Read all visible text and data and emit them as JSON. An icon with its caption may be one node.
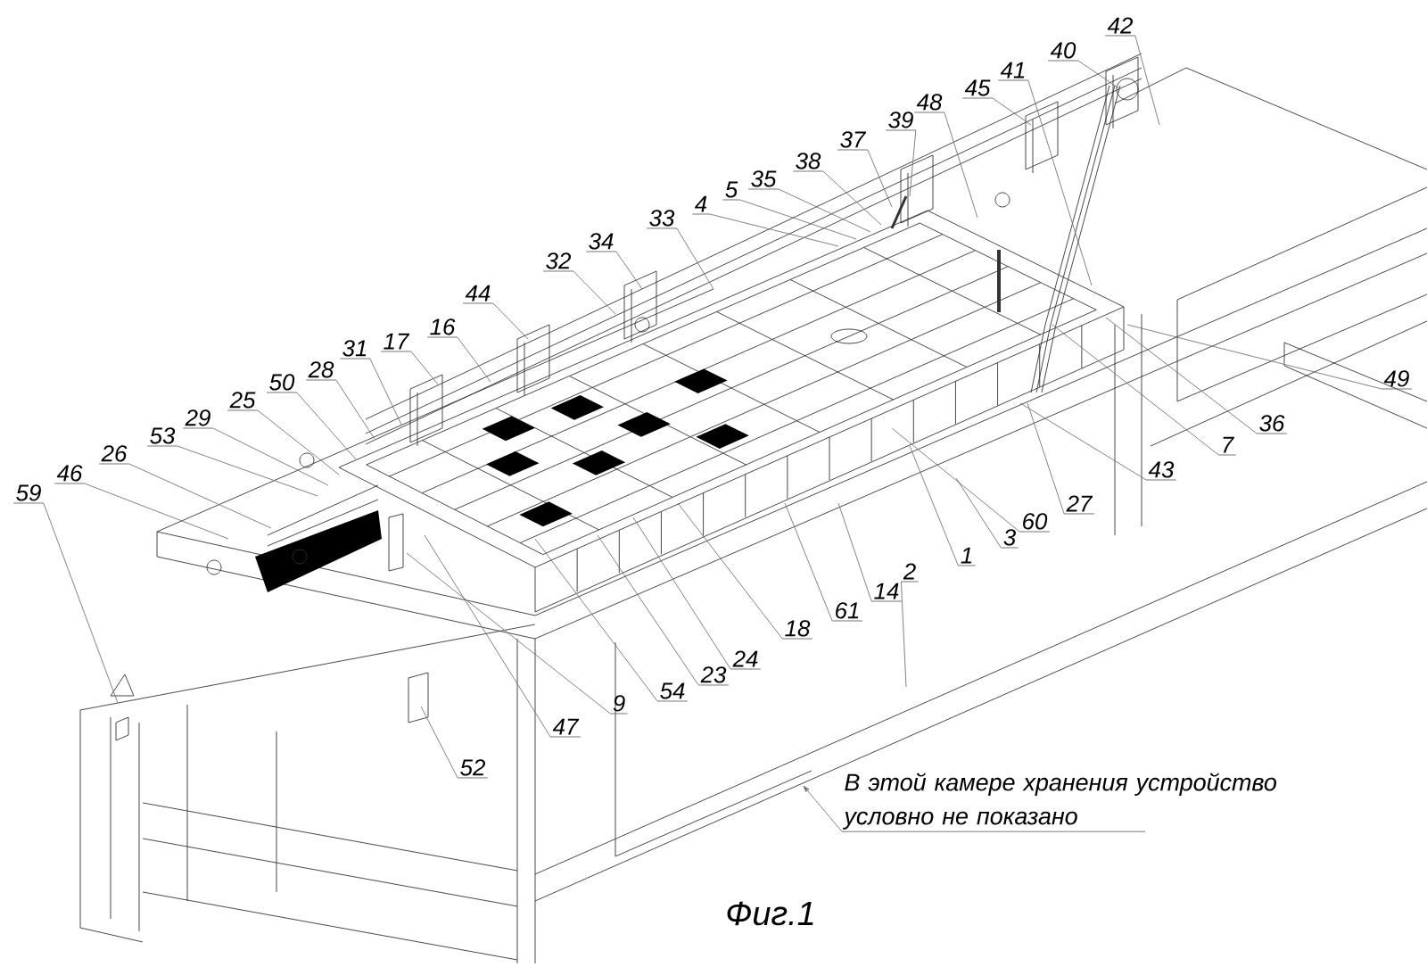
{
  "diagram": {
    "caption": "Фиг.1",
    "nodes": [
      {
        "text": [
          "42"
        ]
      },
      {
        "text": [
          "40"
        ]
      },
      {
        "text": [
          "41"
        ]
      },
      {
        "text": [
          "45"
        ]
      },
      {
        "text": [
          "48"
        ]
      },
      {
        "text": [
          "39"
        ]
      },
      {
        "text": [
          "37"
        ]
      },
      {
        "text": [
          "38"
        ]
      },
      {
        "text": [
          "35"
        ]
      },
      {
        "text": [
          "5"
        ]
      },
      {
        "text": [
          "4"
        ]
      },
      {
        "text": [
          "33"
        ]
      },
      {
        "text": [
          "34"
        ]
      },
      {
        "text": [
          "32"
        ]
      },
      {
        "text": [
          "44"
        ]
      },
      {
        "text": [
          "16"
        ]
      },
      {
        "text": [
          "17"
        ]
      },
      {
        "text": [
          "31"
        ]
      },
      {
        "text": [
          "28"
        ]
      },
      {
        "text": [
          "50"
        ]
      },
      {
        "text": [
          "25"
        ]
      },
      {
        "text": [
          "29"
        ]
      },
      {
        "text": [
          "53"
        ]
      },
      {
        "text": [
          "26"
        ]
      },
      {
        "text": [
          "46"
        ]
      },
      {
        "text": [
          "49"
        ]
      },
      {
        "text": [
          "59"
        ]
      },
      {
        "text": [
          "7"
        ]
      },
      {
        "text": [
          "36"
        ]
      },
      {
        "text": [
          "43"
        ]
      },
      {
        "text": [
          "27"
        ]
      },
      {
        "text": [
          "60"
        ]
      },
      {
        "text": [
          "3"
        ]
      },
      {
        "text": [
          "1"
        ]
      },
      {
        "text": [
          "2"
        ]
      },
      {
        "text": [
          "14"
        ]
      },
      {
        "text": [
          "61"
        ]
      },
      {
        "text": [
          "18"
        ]
      },
      {
        "text": [
          "24"
        ]
      },
      {
        "text": [
          "23"
        ]
      },
      {
        "text": [
          "54"
        ]
      },
      {
        "text": [
          "9"
        ]
      },
      {
        "text": [
          "47"
        ]
      },
      {
        "text": [
          "52"
        ]
      },
      {
        "text": [
          "В этой камере хранения устройство условно не показано"
        ]
      }
    ],
    "edges": [
      {
        "from": 0,
        "to": null,
        "arrow": "none"
      },
      {
        "from": 1,
        "to": null,
        "arrow": "none"
      },
      {
        "from": 2,
        "to": null,
        "arrow": "none"
      },
      {
        "from": 3,
        "to": null,
        "arrow": "none"
      },
      {
        "from": 4,
        "to": null,
        "arrow": "none"
      },
      {
        "from": 5,
        "to": null,
        "arrow": "none"
      },
      {
        "from": 6,
        "to": null,
        "arrow": "none"
      },
      {
        "from": 7,
        "to": null,
        "arrow": "none"
      },
      {
        "from": 8,
        "to": null,
        "arrow": "none"
      },
      {
        "from": 9,
        "to": null,
        "arrow": "none"
      },
      {
        "from": 10,
        "to": null,
        "arrow": "none"
      },
      {
        "from": 11,
        "to": null,
        "arrow": "none"
      },
      {
        "from": 12,
        "to": null,
        "arrow": "none"
      },
      {
        "from": 13,
        "to": null,
        "arrow": "none"
      },
      {
        "from": 14,
        "to": null,
        "arrow": "none"
      },
      {
        "from": 15,
        "to": null,
        "arrow": "none"
      },
      {
        "from": 16,
        "to": null,
        "arrow": "none"
      },
      {
        "from": 17,
        "to": null,
        "arrow": "none"
      },
      {
        "from": 18,
        "to": null,
        "arrow": "none"
      },
      {
        "from": 19,
        "to": null,
        "arrow": "none"
      },
      {
        "from": 20,
        "to": null,
        "arrow": "none"
      },
      {
        "from": 21,
        "to": null,
        "arrow": "none"
      },
      {
        "from": 22,
        "to": null,
        "arrow": "none"
      },
      {
        "from": 23,
        "to": null,
        "arrow": "none"
      },
      {
        "from": 24,
        "to": null,
        "arrow": "none"
      },
      {
        "from": 25,
        "to": null,
        "arrow": "none"
      },
      {
        "from": 26,
        "to": null,
        "arrow": "none"
      },
      {
        "from": 27,
        "to": null,
        "arrow": "none"
      },
      {
        "from": 28,
        "to": null,
        "arrow": "none"
      },
      {
        "from": 29,
        "to": null,
        "arrow": "none"
      },
      {
        "from": 30,
        "to": null,
        "arrow": "none"
      },
      {
        "from": 31,
        "to": null,
        "arrow": "none"
      },
      {
        "from": 32,
        "to": null,
        "arrow": "none"
      },
      {
        "from": 33,
        "to": null,
        "arrow": "none"
      },
      {
        "from": 34,
        "to": null,
        "arrow": "none"
      },
      {
        "from": 35,
        "to": null,
        "arrow": "none"
      },
      {
        "from": 36,
        "to": null,
        "arrow": "none"
      },
      {
        "from": 37,
        "to": null,
        "arrow": "none"
      },
      {
        "from": 38,
        "to": null,
        "arrow": "none"
      },
      {
        "from": 39,
        "to": null,
        "arrow": "none"
      },
      {
        "from": 40,
        "to": null,
        "arrow": "none"
      },
      {
        "from": 41,
        "to": null,
        "arrow": "none"
      },
      {
        "from": 42,
        "to": null,
        "arrow": "none"
      },
      {
        "from": 43,
        "to": null,
        "arrow": "none"
      },
      {
        "from": 44,
        "to": null,
        "arrow": "to"
      }
    ]
  }
}
